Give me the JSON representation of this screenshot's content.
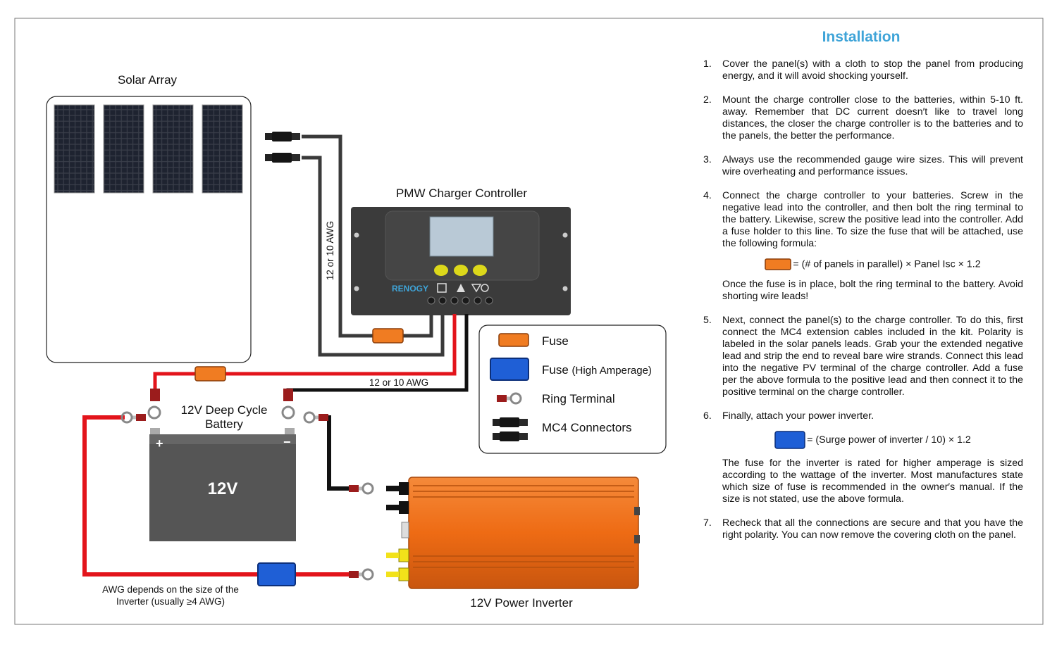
{
  "labels": {
    "solar_array": "Solar Array",
    "controller": "PMW Charger Controller",
    "controller_brand": "RENOGY",
    "wire_vertical": "12 or 10 AWG",
    "wire_horizontal": "12 or 10 AWG",
    "battery_title_1": "12V Deep Cycle",
    "battery_title_2": "Battery",
    "battery_value": "12V",
    "battery_plus": "+",
    "battery_minus": "−",
    "inverter": "12V Power Inverter",
    "awg_note_1": "AWG depends on the size of the",
    "awg_note_2": "Inverter (usually ≥4 AWG)"
  },
  "legend": {
    "items": [
      {
        "label": "Fuse",
        "sub": ""
      },
      {
        "label": "Fuse",
        "sub": "(High Amperage)"
      },
      {
        "label": "Ring Terminal",
        "sub": ""
      },
      {
        "label": "MC4 Connectors",
        "sub": ""
      }
    ]
  },
  "instructions": {
    "title": "Installation",
    "steps": [
      {
        "num": "1.",
        "text": "Cover the panel(s) with a cloth to stop the panel from producing energy, and it will avoid shocking yourself."
      },
      {
        "num": "2.",
        "text": "Mount the charge controller close to the batteries, within 5-10 ft. away. Remember that DC current doesn′t like to travel long distances, the closer the charge controller is to the batteries and to the panels, the better the performance."
      },
      {
        "num": "3.",
        "text": "Always use the recommended gauge wire sizes. This will prevent wire overheating and performance issues."
      },
      {
        "num": "4.",
        "text": "Connect the charge controller to your batteries. Screw in the negative lead into the controller, and then bolt the ring terminal to the battery. Likewise, screw the positive lead into the controller. Add a fuse holder to this line. To size the fuse that will be attached, use the following formula:",
        "formula": "= (# of panels in parallel) × Panel Isc × 1.2",
        "after": "Once the fuse is in place, bolt the ring terminal to the battery. Avoid shorting wire leads!"
      },
      {
        "num": "5.",
        "text": "Next, connect the panel(s) to the charge controller. To do this, first connect the MC4 extension cables included in the kit. Polarity is labeled in the solar panels leads. Grab your the extended negative lead and strip the end to reveal bare wire strands. Connect this lead into the negative PV terminal of the charge controller. Add a fuse per the above formula to the positive lead and then connect it to the positive terminal on the charge controller."
      },
      {
        "num": "6.",
        "text": "Finally, attach your power inverter.",
        "formula": "= (Surge power of inverter / 10) × 1.2",
        "after": "The fuse for the inverter is rated for higher amperage is sized according to the wattage of the inverter. Most manufactures state which size of fuse is recommended in the owner′s manual. If the size is not stated, use the above formula."
      },
      {
        "num": "7.",
        "text": "Recheck that all the connections are secure and that you have the right polarity. You can now remove the covering cloth on the panel."
      }
    ]
  },
  "colors": {
    "positive_wire": "#e3141b",
    "negative_wire": "#111111",
    "pv_wire": "#3a3a3a",
    "fuse": "#f07c22",
    "fuse_high": "#1f5fd6",
    "inverter": "#f2721f",
    "battery": "#555555",
    "controller": "#3b3b3b",
    "lcd": "#b9c9d6",
    "buttons": "#dcd81a",
    "title": "#3fa4d8"
  }
}
